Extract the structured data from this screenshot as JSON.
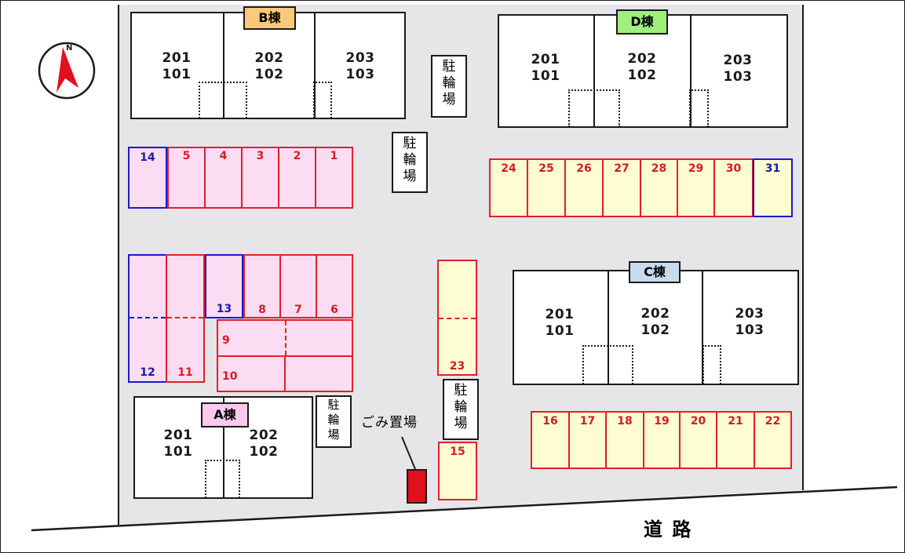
{
  "buildings": {
    "B": {
      "label": "B棟",
      "color": "#fbc97a",
      "units": [
        {
          "top": "201",
          "bottom": "101"
        },
        {
          "top": "202",
          "bottom": "102"
        },
        {
          "top": "203",
          "bottom": "103"
        }
      ]
    },
    "D": {
      "label": "D棟",
      "color": "#9ef07a",
      "units": [
        {
          "top": "201",
          "bottom": "101"
        },
        {
          "top": "202",
          "bottom": "102"
        },
        {
          "top": "203",
          "bottom": "103"
        }
      ]
    },
    "C": {
      "label": "C棟",
      "color": "#c6dcee",
      "units": [
        {
          "top": "201",
          "bottom": "101"
        },
        {
          "top": "202",
          "bottom": "102"
        },
        {
          "top": "203",
          "bottom": "103"
        }
      ]
    },
    "A": {
      "label": "A棟",
      "color": "#f9c9ee",
      "units": [
        {
          "top": "201",
          "bottom": "101"
        },
        {
          "top": "202",
          "bottom": "102"
        }
      ]
    }
  },
  "bike_parking_label": "駐\n輪\n場",
  "garbage_label": "ごみ置場",
  "road_label": "道 路",
  "compass_label": "N",
  "colors": {
    "lot_border": "#e0202a",
    "lot_blue_border": "#1a1acc",
    "pink_fill": "#fcdcf2",
    "yellow_fill": "#fefdd2",
    "ground": "#e6e5e8",
    "garbage": "#e0101e"
  },
  "lots": {
    "14": "14",
    "5": "5",
    "4": "4",
    "3": "3",
    "2": "2",
    "1": "1",
    "24": "24",
    "25": "25",
    "26": "26",
    "27": "27",
    "28": "28",
    "29": "29",
    "30": "30",
    "31": "31",
    "13": "13",
    "8": "8",
    "7": "7",
    "6": "6",
    "12": "12",
    "11": "11",
    "9": "9",
    "10": "10",
    "23": "23",
    "15": "15",
    "16": "16",
    "17": "17",
    "18": "18",
    "19": "19",
    "20": "20",
    "21": "21",
    "22": "22"
  }
}
